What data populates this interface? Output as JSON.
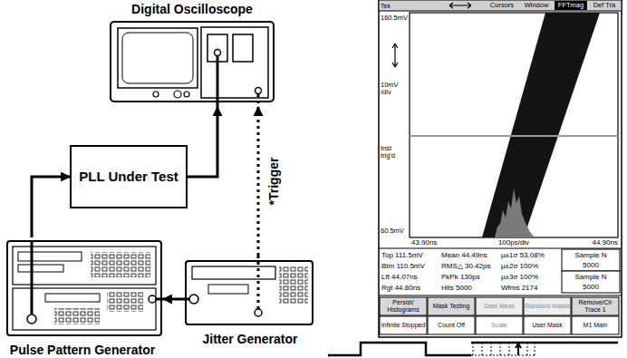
{
  "diagram": {
    "nodes": [
      {
        "text": [
          "Digital Oscilloscope"
        ]
      },
      {
        "text": [
          "PLL Under Test"
        ]
      },
      {
        "text": [
          "Pulse Pattern Generator"
        ]
      },
      {
        "text": [
          "Jitter Generator"
        ]
      }
    ],
    "edges": [
      {
        "from": 2,
        "to": 1,
        "arrow": "to"
      },
      {
        "from": 1,
        "to": 0,
        "arrow": "to"
      },
      {
        "from": 3,
        "to": 2,
        "arrow": "to"
      },
      {
        "from": 3,
        "to": 0,
        "arrow": "to",
        "label": "*Trigger"
      }
    ],
    "labels": [
      "Tek",
      "Cursors",
      "Window",
      "FFTmag",
      "Def Tra",
      "160.5mV",
      "10mV /div",
      "Inst trig'd",
      "60.5mV",
      "43.90ns",
      "100ps/div",
      "44.90ns",
      "Top 111.5mV",
      "Mean 44.49ns",
      "µ±1σ 53.08%",
      "Sample N",
      "Btm 110.5mV",
      "RMS△ 30.42ps",
      "µ±2σ 100%",
      "5000",
      "Lft 44.07ns",
      "PkPk 130ps",
      "µ±3σ 100%",
      "Sample N",
      "Rgt 44.80ns",
      "Hits 5000",
      "Wfms 2174",
      "5000",
      "Persist/ Histograms",
      "Mask Testing",
      "Gate Meas",
      "Standard Masks",
      "Remove/Clr Trace 1",
      "Infinite Stopped",
      "Count Off",
      "Scale",
      "User Mask",
      "M1 Main"
    ]
  }
}
